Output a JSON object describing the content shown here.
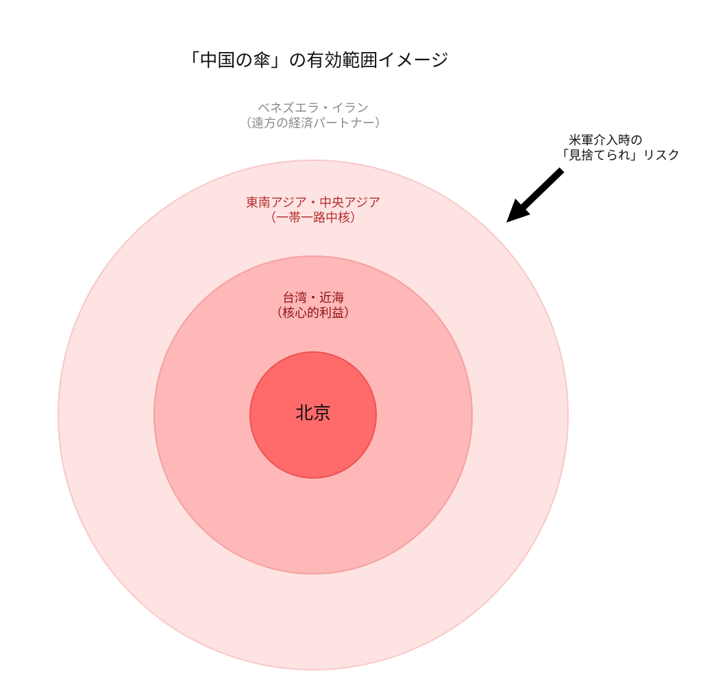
{
  "title": "「中国の傘」の有効範囲イメージ",
  "rings": {
    "outer": {
      "line1": "ベネズエラ・イラン",
      "line2": "（遠方の経済パートナー）",
      "color": "#8a8a8a"
    },
    "middle": {
      "line1": "東南アジア・中央アジア",
      "line2": "（一帯一路中核）",
      "color": "#b3312f",
      "fill": "#fde2e1"
    },
    "inner": {
      "line1": "台湾・近海",
      "line2": "（核心的利益）",
      "color": "#8f1010",
      "fill": "#fcb8b7"
    },
    "core": {
      "label": "北京",
      "fill": "#ff6b6b"
    }
  },
  "annotation": {
    "line1": "米軍介入時の",
    "line2": "「見捨てられ」リスク",
    "arrow_icon": "arrow-down-left-icon"
  }
}
